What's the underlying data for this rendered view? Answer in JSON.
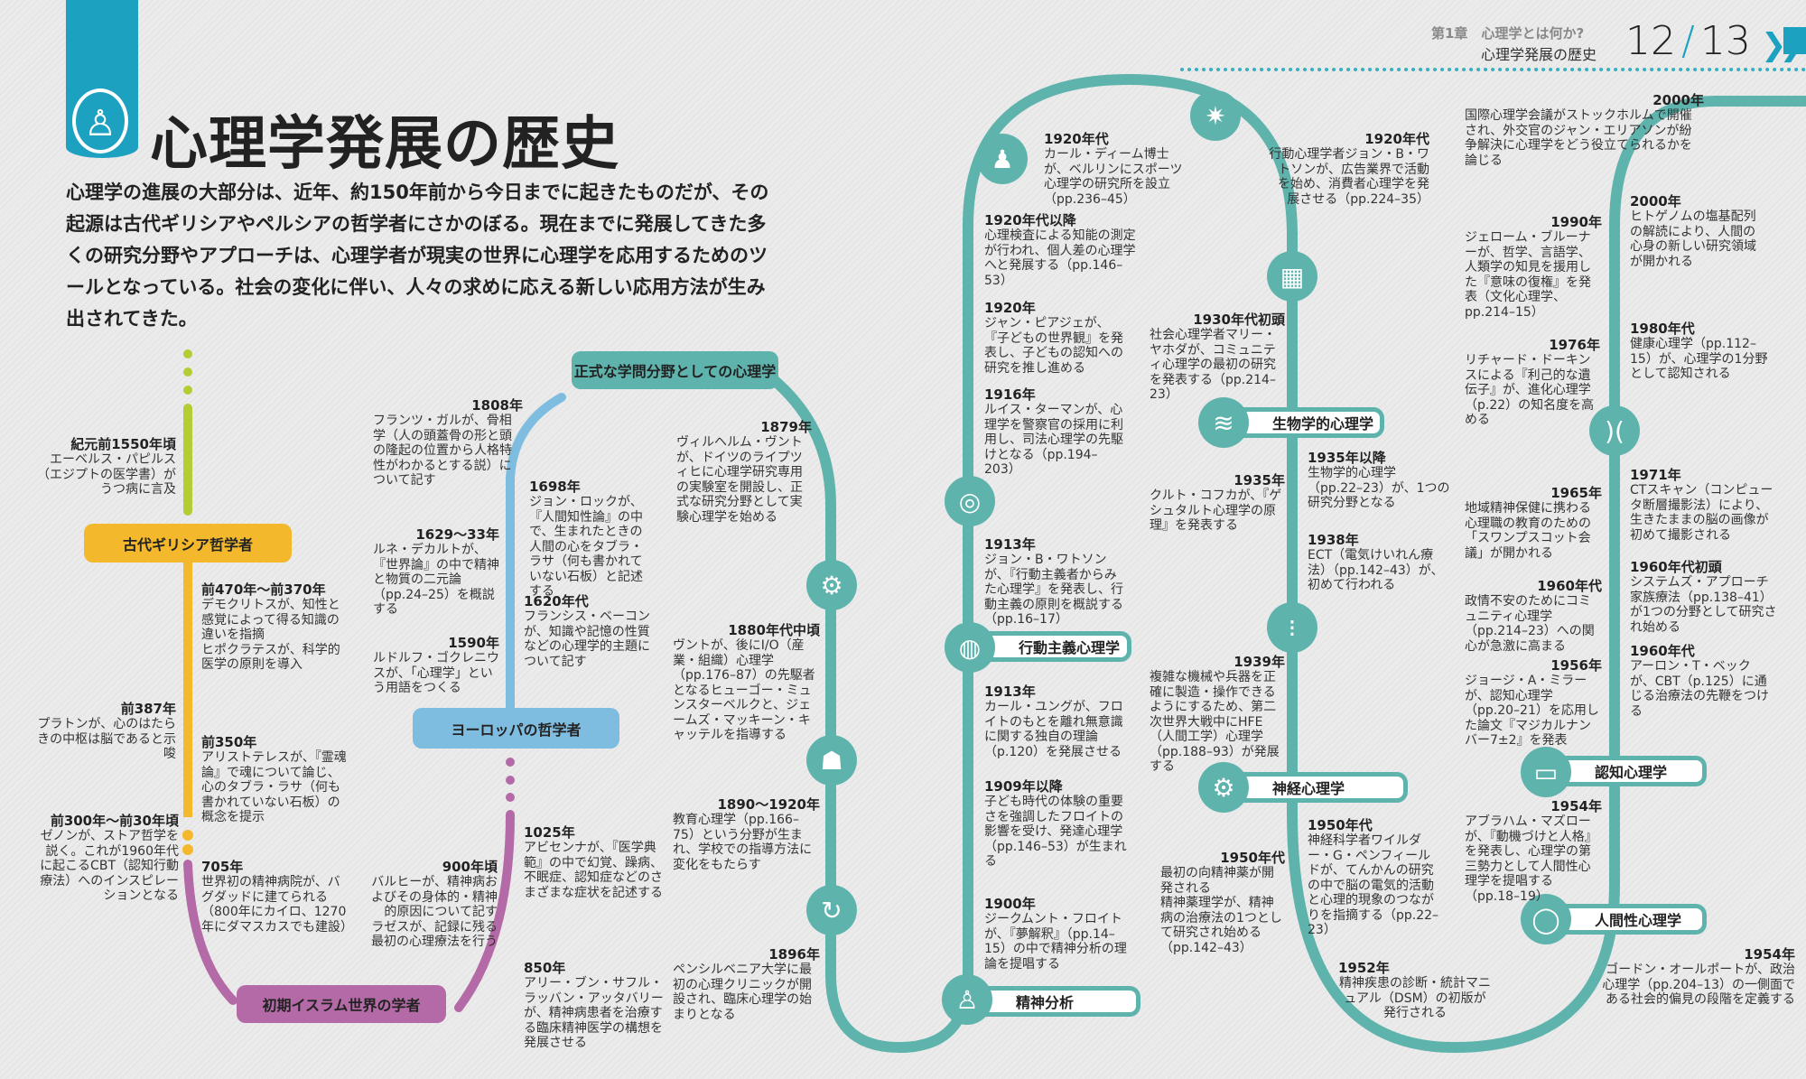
{
  "header": {
    "chapter": "第1章　心理学とは何か?",
    "section": "心理学発展の歴史",
    "page_current": "12",
    "page_total": "13"
  },
  "title": "心理学発展の歴史",
  "intro": "心理学の進展の大部分は、近年、約150年前から今日までに起きたものだが、その起源は古代ギリシアやペルシアの哲学者にさかのぼる。現在までに発展してきた多くの研究分野やアプローチは、心理学者が現実の世界に心理学を応用するためのツールとなっている。社会の変化に伴い、人々の求めに応える新しい応用方法が生み出されてきた。",
  "colors": {
    "accent": "#1ca1c1",
    "ancient_early": "#b5cc34",
    "greek": "#f3b82c",
    "europe": "#7fbde0",
    "islam": "#b36aa6",
    "modern": "#5fb3ad"
  },
  "eras": {
    "greek": "古代ギリシア哲学者",
    "europe": "ヨーロッパの哲学者",
    "islam": "初期イスラム世界の学者",
    "formal": "正式な学問分野としての心理学",
    "behaviorism": "行動主義心理学",
    "psychoanalysis": "精神分析",
    "biological": "生物学的心理学",
    "neuro": "神経心理学",
    "cognitive": "認知心理学",
    "humanistic": "人間性心理学"
  },
  "icons": [
    "gears-icon",
    "reading-person-icon",
    "head-cycle-icon",
    "keyhole-person-icon",
    "globe-icon",
    "fingerprint-icon",
    "podium-icon",
    "shopping-basket-icon",
    "buildings-icon",
    "dna-icon",
    "traffic-light-icon",
    "head-gears-icon",
    "faces-icon",
    "computer-icon",
    "venn-icon"
  ],
  "events": [
    {
      "date": "紀元前1550年頃",
      "text": "エーベルス・パピルス（エジプトの医学書）がうつ病に言及"
    },
    {
      "date": "前470年～前370年",
      "text": "デモクリトスが、知性と感覚によって得る知識の違いを指摘\nヒポクラテスが、科学的医学の原則を導入"
    },
    {
      "date": "前387年",
      "text": "プラトンが、心のはたらきの中枢は脳であると示唆"
    },
    {
      "date": "前350年",
      "text": "アリストテレスが、『霊魂論』で魂について論じ、心のタブラ・ラサ（何も書かれていない石板）の概念を提示"
    },
    {
      "date": "前300年～前30年頃",
      "text": "ゼノンが、ストア哲学を説く。これが1960年代に起こるCBT（認知行動療法）へのインスピレーションとなる"
    },
    {
      "date": "705年",
      "text": "世界初の精神病院が、バグダッドに建てられる（800年にカイロ、1270年にダマスカスでも建設）"
    },
    {
      "date": "900年頃",
      "text": "バルヒーが、精神病およびその身体的・精神的原因について記す\nラゼスが、記録に残る最初の心理療法を行う"
    },
    {
      "date": "1025年",
      "text": "アビセンナが、『医学典範』の中で幻覚、躁病、不眠症、認知症などのさまざまな症状を記述する"
    },
    {
      "date": "850年",
      "text": "アリー・ブン・サフル・ラッバン・アッタバリーが、精神病患者を治療する臨床精神医学の構想を発展させる"
    },
    {
      "date": "1808年",
      "text": "フランツ・ガルが、骨相学（人の頭蓋骨の形と頭の隆起の位置から人格特性がわかるとする説）について記す"
    },
    {
      "date": "1698年",
      "text": "ジョン・ロックが、『人間知性論』の中で、生まれたときの人間の心をタブラ・ラサ（何も書かれていない石板）と記述する"
    },
    {
      "date": "1629～33年",
      "text": "ルネ・デカルトが、『世界論』の中で精神と物質の二元論（pp.24–25）を概説する"
    },
    {
      "date": "1620年代",
      "text": "フランシス・ベーコンが、知識や記憶の性質などの心理学的主題について記す"
    },
    {
      "date": "1590年",
      "text": "ルドルフ・ゴクレニウスが、「心理学」という用語をつくる"
    },
    {
      "date": "1879年",
      "text": "ヴィルヘルム・ヴントが、ドイツのライプツィヒに心理学研究専用の実験室を開設し、正式な研究分野として実験心理学を始める"
    },
    {
      "date": "1880年代中頃",
      "text": "ヴントが、後にI/O（産業・組織）心理学（pp.176–87）の先駆者となるヒューゴー・ミュンスターベルクと、ジェームズ・マッキーン・キャッテルを指導する"
    },
    {
      "date": "1890～1920年",
      "text": "教育心理学（pp.166–75）という分野が生まれ、学校での指導方法に変化をもたらす"
    },
    {
      "date": "1896年",
      "text": "ペンシルベニア大学に最初の心理クリニックが開設され、臨床心理学の始まりとなる"
    },
    {
      "date": "1920年代",
      "text": "カール・ディーム博士が、ベルリンにスポーツ心理学の研究所を設立（pp.236–45）"
    },
    {
      "date": "1920年代以降",
      "text": "心理検査による知能の測定が行われ、個人差の心理学へと発展する（pp.146–53）"
    },
    {
      "date": "1920年",
      "text": "ジャン・ピアジェが、『子どもの世界観』を発表し、子どもの認知への研究を推し進める"
    },
    {
      "date": "1916年",
      "text": "ルイス・ターマンが、心理学を警察官の採用に利用し、司法心理学の先駆けとなる（pp.194–203）"
    },
    {
      "date": "1913年",
      "text": "ジョン・B・ワトソンが、『行動主義者からみた心理学』を発表し、行動主義の原則を概説する（pp.16–17）"
    },
    {
      "date": "1913年",
      "text": "カール・ユングが、フロイトのもとを離れ無意識に関する独自の理論（p.120）を発展させる"
    },
    {
      "date": "1909年以降",
      "text": "子ども時代の体験の重要さを強調したフロイトの影響を受け、発達心理学（pp.146–53）が生まれる"
    },
    {
      "date": "1900年",
      "text": "ジークムント・フロイトが、『夢解釈』（pp.14–15）の中で精神分析の理論を提唱する"
    },
    {
      "date": "1920年代",
      "text": "行動心理学者ジョン・B・ワトソンが、広告業界で活動を始め、消費者心理学を発展させる（pp.224–35）"
    },
    {
      "date": "1930年代初頭",
      "text": "社会心理学者マリー・ヤホダが、コミュニティ心理学の最初の研究を発表する（pp.214–23）"
    },
    {
      "date": "1935年",
      "text": "クルト・コフカが、『ゲシュタルト心理学の原理』を発表する"
    },
    {
      "date": "1939年",
      "text": "複雑な機械や兵器を正確に製造・操作できるようにするため、第二次世界大戦中にHFE（人間工学）心理学（pp.188–93）が発展する"
    },
    {
      "date": "1950年代",
      "text": "最初の向精神薬が開発される\n精神薬理学が、精神病の治療法の1つとして研究され始める（pp.142–43）"
    },
    {
      "date": "1935年以降",
      "text": "生物学的心理学（pp.22–23）が、1つの研究分野となる"
    },
    {
      "date": "1938年",
      "text": "ECT（電気けいれん療法）（pp.142–43）が、初めて行われる"
    },
    {
      "date": "1950年代",
      "text": "神経科学者ワイルダー・G・ペンフィールドが、てんかんの研究の中で脳の電気的活動と心理的現象のつながりを指摘する（pp.22–23）"
    },
    {
      "date": "1952年",
      "text": "精神疾患の診断・統計マニュアル（DSM）の初版が発行される"
    },
    {
      "date": "2000年",
      "text": "国際心理学会議がストックホルムで開催され、外交官のジャン・エリアソンが紛争解決に心理学をどう役立てられるかを論じる"
    },
    {
      "date": "1990年",
      "text": "ジェローム・ブルーナーが、哲学、言語学、人類学の知見を援用した『意味の復権』を発表（文化心理学、pp.214–15）"
    },
    {
      "date": "1976年",
      "text": "リチャード・ドーキンスによる『利己的な遺伝子』が、進化心理学（p.22）の知名度を高める"
    },
    {
      "date": "1965年",
      "text": "地域精神保健に携わる心理職の教育のための「スワンプスコット会議」が開かれる"
    },
    {
      "date": "1960年代",
      "text": "政情不安のためにコミュニティ心理学（pp.214–23）への関心が急激に高まる"
    },
    {
      "date": "1956年",
      "text": "ジョージ・A・ミラーが、認知心理学（pp.20–21）を応用した論文『マジカルナンバー7±2』を発表"
    },
    {
      "date": "1954年",
      "text": "アブラハム・マズローが、『動機づけと人格』を発表し、心理学の第三勢力として人間性心理学を提唱する（pp.18–19）"
    },
    {
      "date": "2000年",
      "text": "ヒトゲノムの塩基配列の解読により、人間の心身の新しい研究領域が開かれる"
    },
    {
      "date": "1980年代",
      "text": "健康心理学（pp.112–15）が、心理学の1分野として認知される"
    },
    {
      "date": "1971年",
      "text": "CTスキャン（コンピュータ断層撮影法）により、生きたままの脳の画像が初めて撮影される"
    },
    {
      "date": "1960年代初頭",
      "text": "システムズ・アプローチ家族療法（pp.138–41）が1つの分野として研究され始める"
    },
    {
      "date": "1960年代",
      "text": "アーロン・T・ベックが、CBT（p.125）に通じる治療法の先鞭をつける"
    },
    {
      "date": "1954年",
      "text": "ゴードン・オールポートが、政治心理学（pp.204–13）の一側面である社会的偏見の段階を定義する"
    }
  ]
}
